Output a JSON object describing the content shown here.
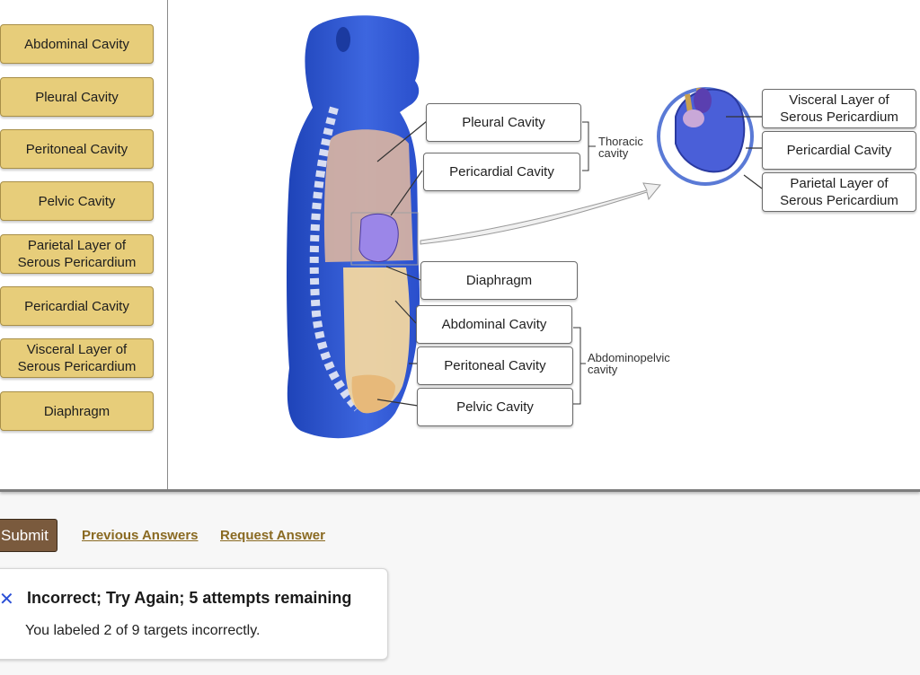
{
  "word_bank": [
    {
      "label": "Abdominal Cavity"
    },
    {
      "label": "Pleural Cavity"
    },
    {
      "label": "Peritoneal Cavity"
    },
    {
      "label": "Pelvic Cavity"
    },
    {
      "label": "Parietal Layer of Serous Pericardium"
    },
    {
      "label": "Pericardial Cavity"
    },
    {
      "label": "Visceral Layer of Serous Pericardium"
    },
    {
      "label": "Diaphragm"
    }
  ],
  "targets": {
    "pleural": "Pleural Cavity",
    "pericardial": "Pericardial Cavity",
    "diaphragm": "Diaphragm",
    "abdominal": "Abdominal Cavity",
    "peritoneal": "Peritoneal Cavity",
    "pelvic": "Pelvic Cavity",
    "visceral": "Visceral Layer of Serous Pericardium",
    "pericardial_right": "Pericardial Cavity",
    "parietal": "Parietal Layer of Serous Pericardium"
  },
  "group_labels": {
    "thoracic": "Thoracic cavity",
    "abdominopelvic": "Abdominopelvic cavity"
  },
  "actions": {
    "submit": "Submit",
    "previous_answers": "Previous Answers",
    "request_answer": "Request Answer"
  },
  "feedback": {
    "icon": "x-icon",
    "title": "Incorrect; Try Again; 5 attempts remaining",
    "message": "You labeled 2 of 9 targets incorrectly."
  },
  "colors": {
    "chip_fill": "#e7cd7a",
    "submit_fill": "#7a5a3d",
    "link": "#8a6a22",
    "feedback_icon": "#2a4fd6"
  }
}
